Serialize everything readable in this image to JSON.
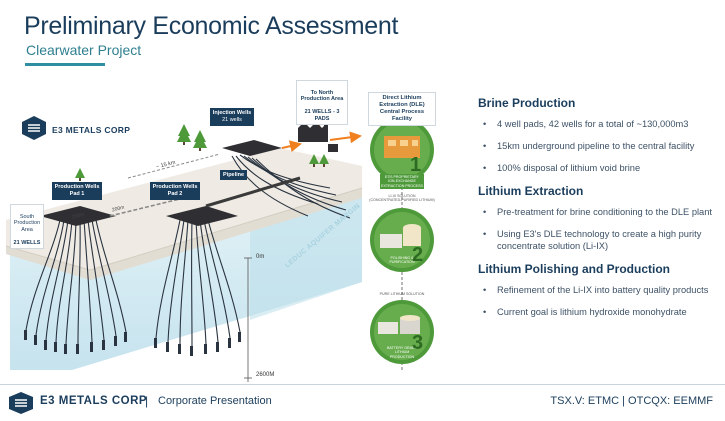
{
  "header": {
    "title": "Preliminary Economic Assessment",
    "subtitle": "Clearwater Project"
  },
  "diagram": {
    "company_logo_text": "E3 METALS CORP",
    "north_label": "To North\nProduction Area",
    "north_count": "21 WELLS - 3 PADS",
    "south_label": "South\nProduction\nArea",
    "south_count": "21 WELLS",
    "injection_label": "Injection Wells",
    "injection_count": "21 wells",
    "prod1_label": "Production Wells",
    "prod1_pad": "Pad 1",
    "prod2_label": "Production Wells",
    "prod2_pad": "Pad 2",
    "pipeline_label": "Pipeline",
    "dist_15km": "~ 15 km",
    "dist_200m_a": "200m",
    "dist_200m_b": "200m",
    "depth_0m": "0m",
    "depth_2600m": "2600M",
    "aquifer_label": "LEDUC AQUIFER MARGIN",
    "dle_title": "Direct Lithium\nExtraction (DLE)\nCentral Process\nFacility",
    "stage1_label": "E3'S PROPRIETARY\nION-EXCHANGE\nEXTRACTION PROCESS",
    "arrow1_label": "LI-IX SOLUTION\n(CONCENTRATED-PURIFIED LITHIUM)",
    "stage2_label": "POLISHING &\nPURIFICATION",
    "arrow2_label": "PURE LITHIUM SOLUTION",
    "stage3_label": "BATTERY GRADE\nLITHIUM\nPRODUCTION",
    "stage1_num": "1",
    "stage2_num": "2",
    "stage3_num": "3"
  },
  "sections": [
    {
      "heading": "Brine Production",
      "bullets": [
        "4 well pads, 42 wells for a total of ~130,000m3",
        "15km underground pipeline to the central facility",
        "100% disposal of lithium void brine"
      ]
    },
    {
      "heading": "Lithium Extraction",
      "bullets": [
        "Pre-treatment for brine conditioning to the DLE plant",
        "Using E3's DLE technology to create a high purity concentrate solution (Li-IX)"
      ]
    },
    {
      "heading": "Lithium Polishing and Production",
      "bullets": [
        "Refinement of the Li-IX into battery quality products",
        "Current goal is lithium hydroxide monohydrate"
      ]
    }
  ],
  "footer": {
    "brand": "E3 METALS CORP",
    "separator": "|",
    "presentation": "Corporate Presentation",
    "ticker": "TSX.V: ETMC  |  OTCQX: EEMMF"
  },
  "colors": {
    "navy": "#1b3d5c",
    "teal": "#2f8fa0",
    "green": "#4e9a3a",
    "orange": "#f07f1e",
    "water": "#d4ecf3",
    "ground": "#ece7de"
  }
}
